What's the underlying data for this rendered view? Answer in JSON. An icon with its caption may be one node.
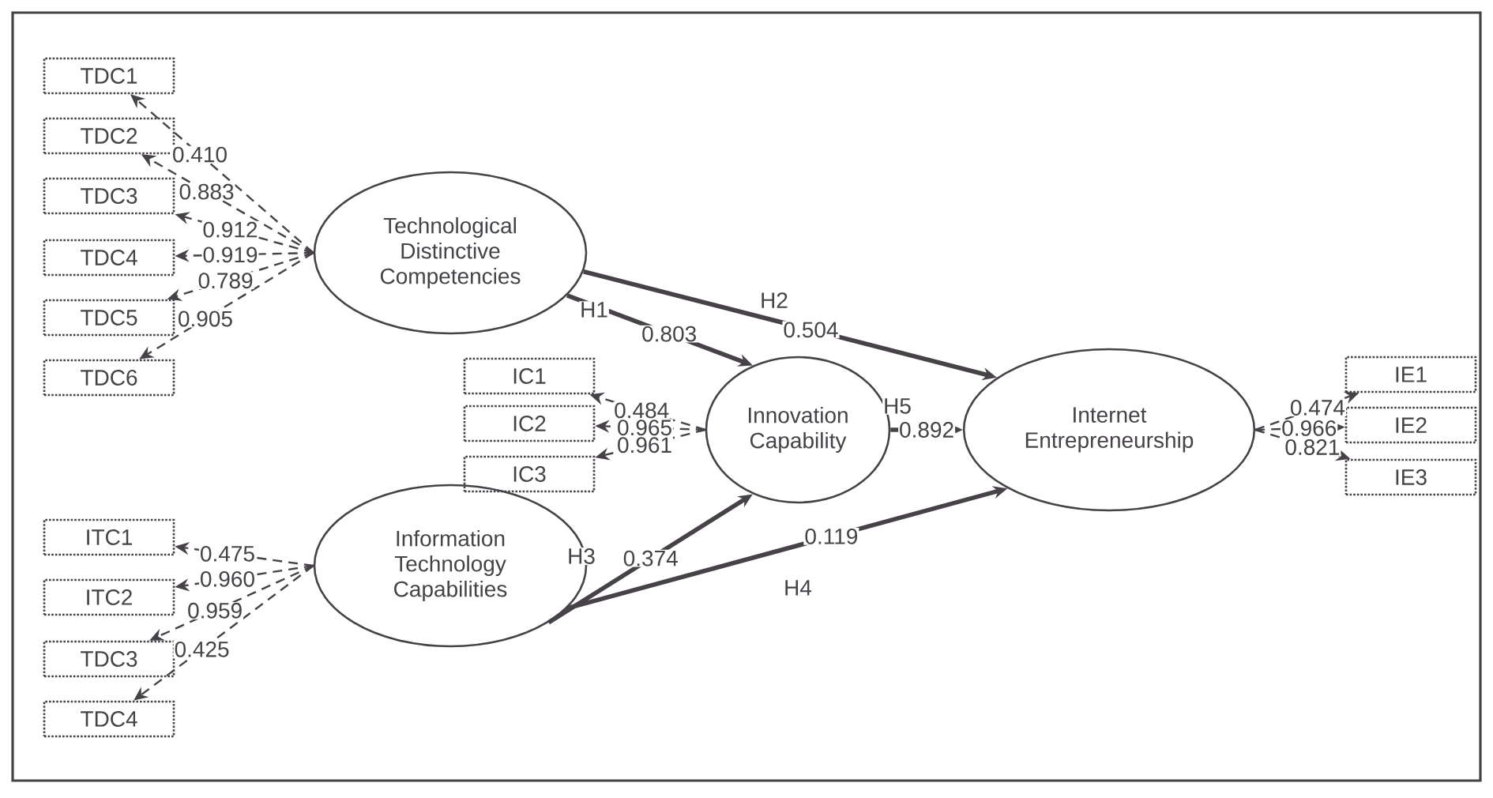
{
  "diagram": {
    "nodes": [
      {
        "text": [
          "Technological Distinctive Competencies"
        ]
      },
      {
        "text": [
          "TDC1"
        ]
      },
      {
        "text": [
          "TDC2"
        ]
      },
      {
        "text": [
          "TDC3"
        ]
      },
      {
        "text": [
          "TDC4"
        ]
      },
      {
        "text": [
          "TDC5"
        ]
      },
      {
        "text": [
          "TDC6"
        ]
      },
      {
        "text": [
          "Innovation Capability"
        ]
      },
      {
        "text": [
          "IC1"
        ]
      },
      {
        "text": [
          "IC2"
        ]
      },
      {
        "text": [
          "IC3"
        ]
      },
      {
        "text": [
          "Internet Entrepreneurship"
        ]
      },
      {
        "text": [
          "IE1"
        ]
      },
      {
        "text": [
          "IE2"
        ]
      },
      {
        "text": [
          "IE3"
        ]
      },
      {
        "text": [
          "Information Technology Capabilities"
        ]
      },
      {
        "text": [
          "ITC1"
        ]
      },
      {
        "text": [
          "ITC2"
        ]
      },
      {
        "text": [
          "TDC3"
        ]
      },
      {
        "text": [
          "TDC4"
        ]
      }
    ],
    "edges": [
      {
        "from": 0,
        "to": 1,
        "arrow": "to",
        "label": "0.410",
        "style": "dashed"
      },
      {
        "from": 0,
        "to": 2,
        "arrow": "to",
        "label": "0.883",
        "style": "dashed"
      },
      {
        "from": 0,
        "to": 3,
        "arrow": "to",
        "label": "0.912",
        "style": "dashed"
      },
      {
        "from": 0,
        "to": 4,
        "arrow": "to",
        "label": "0.919",
        "style": "dashed"
      },
      {
        "from": 0,
        "to": 5,
        "arrow": "to",
        "label": "0.789",
        "style": "dashed"
      },
      {
        "from": 0,
        "to": 6,
        "arrow": "to",
        "label": "0.905",
        "style": "dashed"
      },
      {
        "from": 7,
        "to": 8,
        "arrow": "to",
        "label": "0.484",
        "style": "dashed"
      },
      {
        "from": 7,
        "to": 9,
        "arrow": "to",
        "label": "0.965",
        "style": "dashed"
      },
      {
        "from": 7,
        "to": 10,
        "arrow": "to",
        "label": "0.961",
        "style": "dashed"
      },
      {
        "from": 11,
        "to": 12,
        "arrow": "to",
        "label": "0.474",
        "style": "dashed"
      },
      {
        "from": 11,
        "to": 13,
        "arrow": "to",
        "label": "0.966",
        "style": "dashed"
      },
      {
        "from": 11,
        "to": 14,
        "arrow": "to",
        "label": "0.821",
        "style": "dashed"
      },
      {
        "from": 15,
        "to": 16,
        "arrow": "to",
        "label": "0.475",
        "style": "dashed"
      },
      {
        "from": 15,
        "to": 17,
        "arrow": "to",
        "label": "0.960",
        "style": "dashed"
      },
      {
        "from": 15,
        "to": 18,
        "arrow": "to",
        "label": "0.959",
        "style": "dashed"
      },
      {
        "from": 15,
        "to": 19,
        "arrow": "to",
        "label": "0.425",
        "style": "dashed"
      },
      {
        "from": 0,
        "to": 7,
        "arrow": "to",
        "label": "0.803",
        "style": "thick"
      },
      {
        "from": 0,
        "to": 11,
        "arrow": "to",
        "label": "0.504",
        "style": "thick"
      },
      {
        "from": 7,
        "to": 11,
        "arrow": "to",
        "label": "0.892",
        "style": "thick"
      },
      {
        "from": 15,
        "to": 7,
        "arrow": "to",
        "label": "0.374",
        "style": "thick"
      },
      {
        "from": 15,
        "to": 11,
        "arrow": "to",
        "label": "0.119",
        "style": "thick"
      }
    ],
    "labels": [
      "H1",
      "H2",
      "H5",
      "H3",
      "H4"
    ]
  }
}
